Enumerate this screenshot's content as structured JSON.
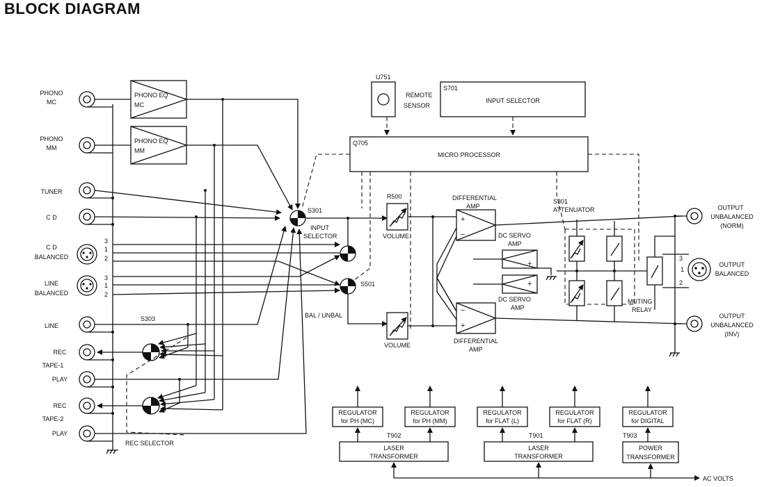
{
  "title": "BLOCK DIAGRAM",
  "inputs": {
    "phono_mc": [
      "PHONO",
      "MC"
    ],
    "phono_mm": [
      "PHONO",
      "MM"
    ],
    "tuner": "TUNER",
    "cd": "C D",
    "cd_bal": [
      "C D",
      "BALANCED"
    ],
    "line_bal": [
      "LINE",
      "BALANCED"
    ],
    "line": "LINE",
    "rec1": "REC",
    "tape1": "TAPE-1",
    "play1": "PLAY",
    "rec2": "REC",
    "tape2": "TAPE-2",
    "play2": "PLAY"
  },
  "pin_numbers": [
    "3",
    "1",
    "2"
  ],
  "phono_eq_mc": [
    "PHONO EQ",
    "MC"
  ],
  "phono_eq_mm": [
    "PHONO EQ",
    "MM"
  ],
  "u751": "U751",
  "remote_sensor": [
    "REMOTE",
    "SENSOR"
  ],
  "s701": "S701",
  "input_selector_box": "INPUT SELECTOR",
  "q705": "Q705",
  "micro_processor": "MICRO PROCESSOR",
  "s301": "S301",
  "input_selector": [
    "INPUT",
    "SELECTOR"
  ],
  "s501": "S501",
  "bal_unbal": "BAL / UNBAL",
  "r500": "R500",
  "volume": "VOLUME",
  "diff_amp_top": [
    "DIFFERENTIAL",
    "AMP"
  ],
  "diff_amp_bottom": [
    "DIFFERENTIAL",
    "AMP"
  ],
  "dc_servo_top": [
    "DC SERVO",
    "AMP"
  ],
  "dc_servo_bottom": [
    "DC SERVO",
    "AMP"
  ],
  "s301_att": [
    "S301",
    "ATTENUATOR"
  ],
  "muting_relay": [
    "MUTING",
    "RELAY"
  ],
  "out_norm": [
    "OUTPUT",
    "UNBALANCED",
    "(NORM)"
  ],
  "out_bal": [
    "OUTPUT",
    "BALANCED"
  ],
  "out_inv": [
    "OUTPUT",
    "UNBALANCED",
    "(INV)"
  ],
  "out_pins": [
    "3",
    "1",
    "2"
  ],
  "s303": "S303",
  "rec_selector": "REC SELECTOR",
  "regulators": [
    [
      "REGULATOR",
      "for PH (MC)"
    ],
    [
      "REGULATOR",
      "for PH (MM)"
    ],
    [
      "REGULATOR",
      "for FLAT (L)"
    ],
    [
      "REGULATOR",
      "for FLAT (R)"
    ],
    [
      "REGULATOR",
      "for DIGITAL"
    ]
  ],
  "t902": "T902",
  "t901": "T901",
  "t903": "T903",
  "laser_tx_1": [
    "LASER",
    "TRANSFORMER"
  ],
  "laser_tx_2": [
    "LASER",
    "TRANSFORMER"
  ],
  "power_tx": [
    "POWER",
    "TRANSFORMER"
  ],
  "ac_volts": "AC VOLTS"
}
